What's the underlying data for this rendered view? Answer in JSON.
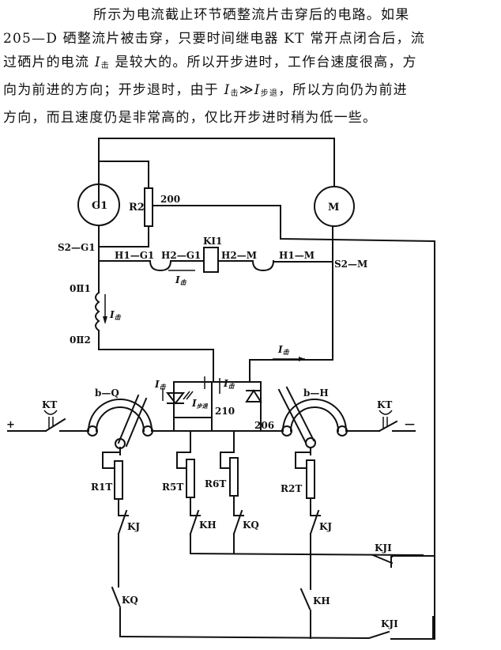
{
  "text": {
    "line1": "所示为电流截止环节硒整流片击穿后的电路。如果",
    "line2": "205—D 硒整流片被击穿，只要时间继电器 KT 常开点闭合后，流",
    "line3_pre": "过硒片的电流 ",
    "line3_i": "I",
    "line3_sub": "击",
    "line3_post": " 是较大的。所以开步进时，工作台速度很高，方",
    "line4_pre": "向为前进的方向；开步退时，由于 ",
    "line4_i1": "I",
    "line4_sub1": "击",
    "line4_op": "≫",
    "line4_i2": "I",
    "line4_sub2": "步退",
    "line4_post": "，所以方向仍为前进",
    "line5": "方向，而且速度仍是非常高的，仅比开步进时稍为低一些。"
  },
  "diagram": {
    "generator": "G1",
    "motor": "M",
    "rheostat": "R2",
    "node_200": "200",
    "node_210": "210",
    "node_206": "206",
    "relay": "KI1",
    "term_s2g1": "S2—G1",
    "term_h1g1": "H1—G1",
    "term_h2g1": "H2—G1",
    "term_h2m": "H2—M",
    "term_h1m": "H1—M",
    "term_s2m": "S2—M",
    "field_top": "0Ⅱ1",
    "field_bot": "0Ⅱ2",
    "current_i": "I",
    "current_sub_hit": "击",
    "current_sub_stepback": "步退",
    "switch_q": "b—Q",
    "switch_h": "b—H",
    "kt_left": "KT",
    "kt_right": "KT",
    "plus": "+",
    "minus": "—",
    "res_r1t": "R1T",
    "res_r5t": "R5T",
    "res_r6t": "R6T",
    "res_r2t": "R2T",
    "contact_kj1": "KJ",
    "contact_kh1": "KH",
    "contact_kq1": "KQ",
    "contact_kj2": "KJ",
    "contact_kq2": "KQ",
    "contact_kh2": "KH",
    "contact_kji1": "KJI",
    "contact_kji2": "KJI"
  }
}
